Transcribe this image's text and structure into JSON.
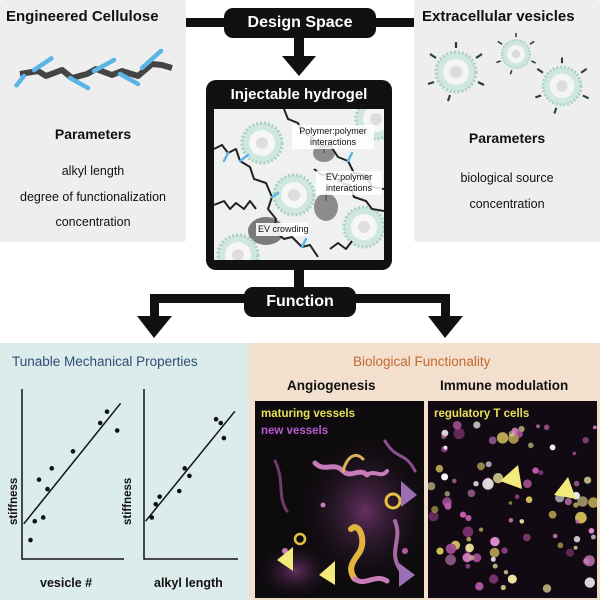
{
  "design_space": {
    "title": "Design Space",
    "cellulose": {
      "title": "Engineered Cellulose",
      "parameters_label": "Parameters",
      "parameters": [
        "alkyl length",
        "degree of functionalization",
        "concentration"
      ]
    },
    "vesicles": {
      "title": "Extracellular vesicles",
      "parameters_label": "Parameters",
      "parameters": [
        "biological source",
        "concentration"
      ]
    }
  },
  "hydrogel": {
    "title": "Injectable hydrogel",
    "labels": {
      "polymer": "Polymer:polymer interactions",
      "ev_polymer": "EV:polymer interactions",
      "ev_crowding": "EV crowding"
    }
  },
  "function": {
    "title": "Function"
  },
  "mechanical": {
    "title": "Tunable Mechanical Properties",
    "plot1": {
      "ylabel": "stiffness",
      "xlabel": "vesicle #"
    },
    "plot2": {
      "ylabel": "stiffness",
      "xlabel": "alkyl length"
    }
  },
  "biological": {
    "title": "Biological Functionality",
    "angiogenesis": {
      "title": "Angiogenesis",
      "legend_maturing": "maturing vessels",
      "legend_new": "new vessels"
    },
    "immune": {
      "title": "Immune modulation",
      "legend": "regulatory T cells"
    }
  },
  "chart_data": [
    {
      "type": "scatter",
      "xlabel": "vesicle #",
      "ylabel": "stiffness",
      "x": [
        1,
        1.5,
        2.5,
        2,
        3,
        3.5,
        6,
        9.2,
        10,
        11.2
      ],
      "y": [
        1,
        2,
        2.2,
        4.2,
        3.7,
        4.8,
        5.7,
        7.2,
        7.8,
        6.8
      ],
      "trendline": true
    },
    {
      "type": "scatter",
      "xlabel": "alkyl length",
      "ylabel": "stiffness",
      "x": [
        1,
        1.5,
        2,
        4.5,
        5.2,
        5.8,
        9.2,
        9.8,
        10.2
      ],
      "y": [
        2.2,
        2.9,
        3.3,
        3.6,
        4.8,
        4.4,
        7.4,
        7.2,
        6.4
      ],
      "trendline": true
    }
  ],
  "colors": {
    "mechanical_title": "#2d4d7a",
    "biological_title": "#c36a2f",
    "maturing_vessels": "#e8e05a",
    "new_vessels": "#b85ad0",
    "arrow_head_yellow": "#f2ea7a",
    "arrow_head_purple": "#9a6fb5"
  }
}
